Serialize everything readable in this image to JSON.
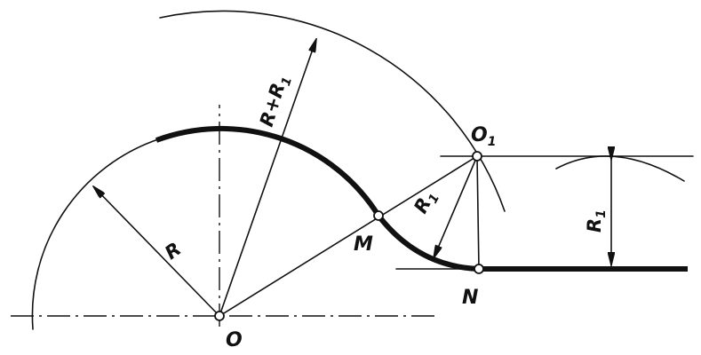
{
  "labels": {
    "O": "O",
    "O1": "O",
    "O1_sub": "1",
    "M": "M",
    "N": "N",
    "R": "R",
    "R1_slant": "R",
    "R1_slant_sub": "1",
    "R1_vertical": "R",
    "R1_vertical_sub": "1",
    "R_plus_R1": "R+R",
    "R_plus_R1_sub": "1"
  },
  "colors": {
    "ink": "#111111",
    "paper": "#ffffff"
  }
}
